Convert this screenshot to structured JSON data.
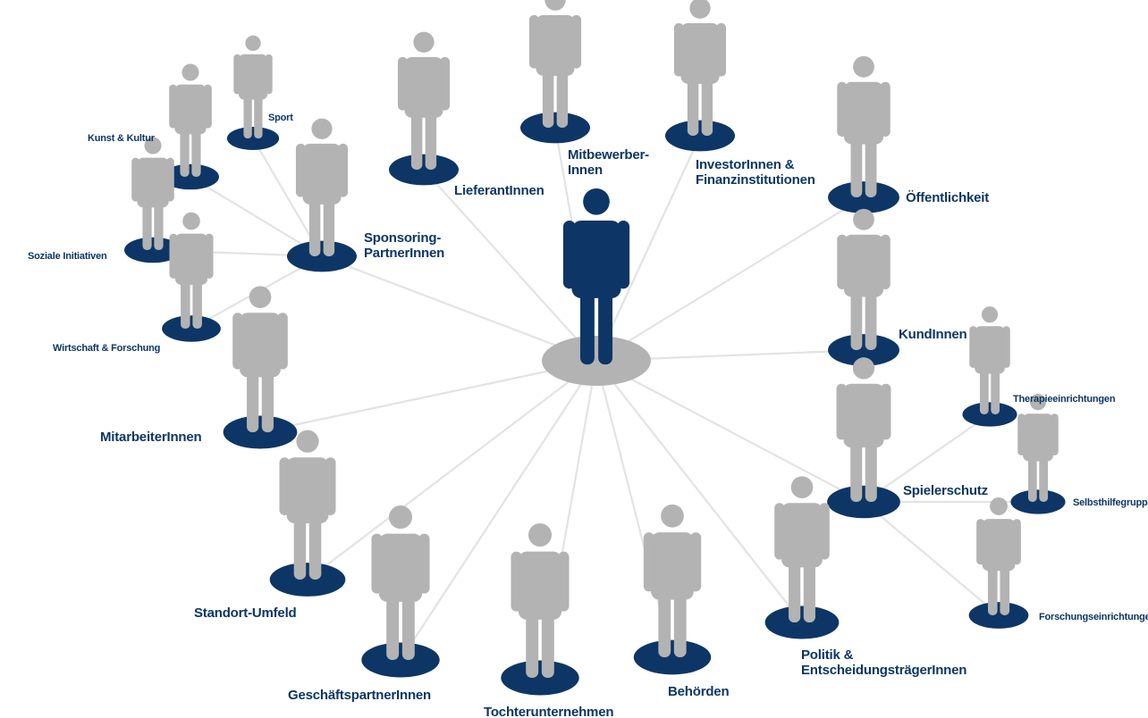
{
  "colors": {
    "navy": "#0d3666",
    "person_grey": "#b3b3b3",
    "connector": "#e3e3e3",
    "center_disc": "#b3b3b3"
  },
  "center": {
    "icon": "person-icon"
  },
  "stakeholders": [
    {
      "id": "sport",
      "lines": [
        "Sport"
      ],
      "icon": "person-icon"
    },
    {
      "id": "kunst-kultur",
      "lines": [
        "Kunst & Kultur"
      ],
      "icon": "person-icon"
    },
    {
      "id": "soziale-initiativen",
      "lines": [
        "Soziale Initiativen"
      ],
      "icon": "person-icon"
    },
    {
      "id": "wirtschaft-forschung",
      "lines": [
        "Wirtschaft & Forschung"
      ],
      "icon": "person-icon"
    },
    {
      "id": "sponsoring-partnerinnen",
      "lines": [
        "Sponsoring-",
        "PartnerInnen"
      ],
      "icon": "person-icon"
    },
    {
      "id": "lieferantinnen",
      "lines": [
        "LieferantInnen"
      ],
      "icon": "person-icon"
    },
    {
      "id": "mitbewerberinnen",
      "lines": [
        "Mitbewerber-",
        "Innen"
      ],
      "icon": "person-icon"
    },
    {
      "id": "investorinnen",
      "lines": [
        "InvestorInnen &",
        "Finanzinstitutionen"
      ],
      "icon": "person-icon"
    },
    {
      "id": "oeffentlichkeit",
      "lines": [
        "Öffentlichkeit"
      ],
      "icon": "person-icon"
    },
    {
      "id": "kundinnen",
      "lines": [
        "KundInnen"
      ],
      "icon": "person-icon"
    },
    {
      "id": "therapieeinrichtungen",
      "lines": [
        "Therapieeinrichtungen"
      ],
      "icon": "person-icon"
    },
    {
      "id": "spielerschutz",
      "lines": [
        "Spielerschutz"
      ],
      "icon": "person-icon"
    },
    {
      "id": "selbsthilfegruppen",
      "lines": [
        "Selbsthilfegruppen"
      ],
      "icon": "person-icon"
    },
    {
      "id": "forschungseinrichtungen",
      "lines": [
        "Forschungseinrichtungen"
      ],
      "icon": "person-icon"
    },
    {
      "id": "politik",
      "lines": [
        "Politik &",
        "EntscheidungsträgerInnen"
      ],
      "icon": "person-icon"
    },
    {
      "id": "behoerden",
      "lines": [
        "Behörden"
      ],
      "icon": "person-icon"
    },
    {
      "id": "tochterunternehmen",
      "lines": [
        "Tochterunternehmen"
      ],
      "icon": "person-icon"
    },
    {
      "id": "geschaeftspartnerinnen",
      "lines": [
        "GeschäftspartnerInnen"
      ],
      "icon": "person-icon"
    },
    {
      "id": "standort-umfeld",
      "lines": [
        "Standort-Umfeld"
      ],
      "icon": "person-icon"
    },
    {
      "id": "mitarbeiterinnen",
      "lines": [
        "MitarbeiterInnen"
      ],
      "icon": "person-icon"
    }
  ]
}
